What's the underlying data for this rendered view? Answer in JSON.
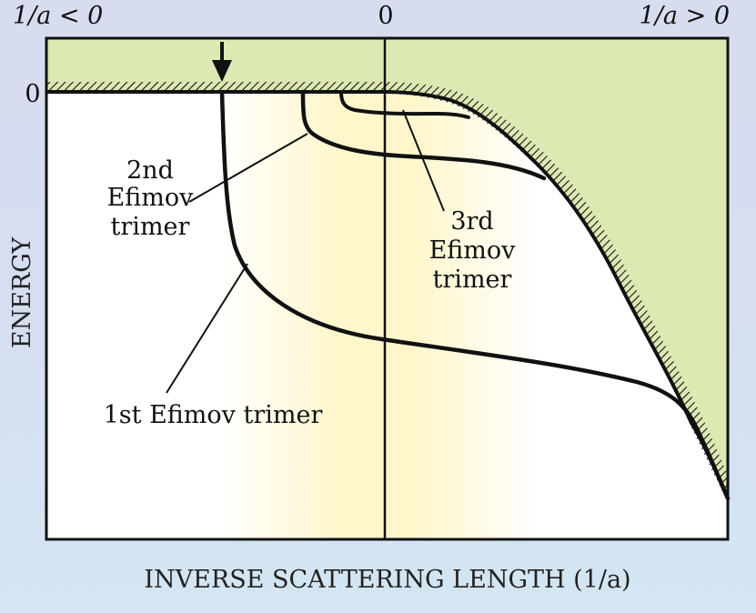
{
  "top_labels": {
    "left": "1/a < 0",
    "center": "0",
    "right": "1/a > 0"
  },
  "y_axis": {
    "label": "ENERGY",
    "zero_tick": "0"
  },
  "x_axis": {
    "label": "INVERSE SCATTERING LENGTH (1/a)"
  },
  "curve_labels": {
    "first": "1st Efimov trimer",
    "second_line1": "2nd",
    "second_line2": "Efimov",
    "second_line3": "trimer",
    "third_line1": "3rd",
    "third_line2": "Efimov",
    "third_line3": "trimer"
  },
  "colors": {
    "continuum_fill": "#dde9b2",
    "curve": "#111111",
    "highlight_band": "#fff6cc",
    "plot_bg": "#ffffff"
  }
}
